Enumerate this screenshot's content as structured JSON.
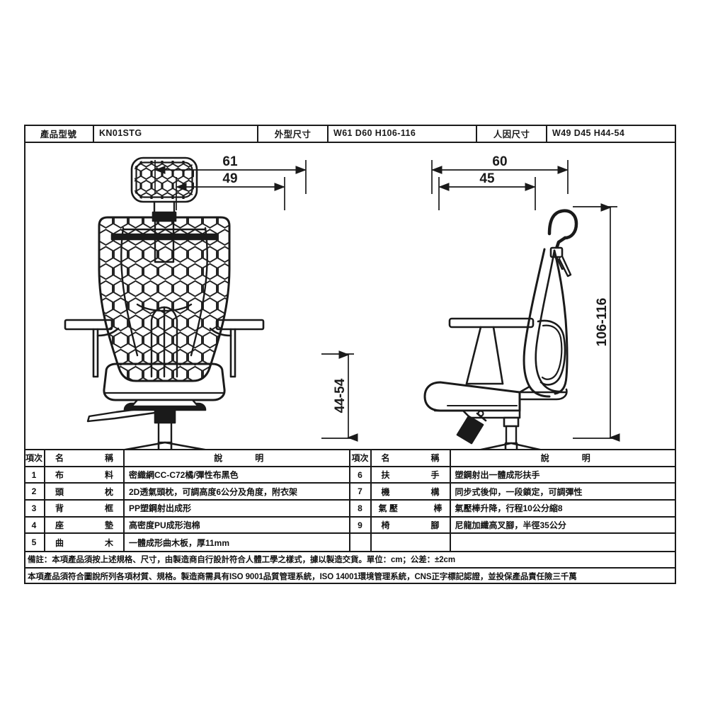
{
  "header": {
    "model_label": "產品型號",
    "model_value": "KN01STG",
    "outer_label": "外型尺寸",
    "outer_value": "W61 D60 H106-116",
    "ergo_label": "人因尺寸",
    "ergo_value": "W49 D45 H44-54"
  },
  "dimensions": {
    "front_outer_width": "61",
    "front_inner_width": "49",
    "side_outer_depth": "60",
    "side_inner_depth": "45",
    "seat_height": "44-54",
    "total_height": "106-116"
  },
  "spec_table": {
    "headers": {
      "no": "項次",
      "name_1": "名",
      "name_2": "稱",
      "desc_1": "說",
      "desc_2": "明"
    },
    "left_rows": [
      {
        "no": "1",
        "name_a": "布",
        "name_b": "料",
        "desc": "密織網CC-C72橘/彈性布黑色"
      },
      {
        "no": "2",
        "name_a": "頭",
        "name_b": "枕",
        "desc": "2D透氣頭枕，可調高度6公分及角度，附衣架"
      },
      {
        "no": "3",
        "name_a": "背",
        "name_b": "框",
        "desc": "PP塑鋼射出成形"
      },
      {
        "no": "4",
        "name_a": "座",
        "name_b": "墊",
        "desc": "高密度PU成形泡棉"
      },
      {
        "no": "5",
        "name_a": "曲",
        "name_b": "木",
        "desc": "一體成形曲木板，厚11mm"
      }
    ],
    "right_rows": [
      {
        "no": "6",
        "name_a": "扶",
        "name_b": "手",
        "desc": "塑鋼射出一體成形扶手"
      },
      {
        "no": "7",
        "name_a": "機",
        "name_b": "構",
        "desc": "同步式後仰，一段鎖定，可調彈性"
      },
      {
        "no": "8",
        "name_a": "氣 壓",
        "name_b": "棒",
        "desc": "氣壓棒升降，行程10公分縮8"
      },
      {
        "no": "9",
        "name_a": "椅",
        "name_b": "腳",
        "desc": "尼龍加纖高叉腳，半徑35公分"
      },
      {
        "no": "",
        "name_a": "",
        "name_b": "",
        "desc": ""
      }
    ]
  },
  "notes": {
    "line1": "備註：本項產品須按上述規格、尺寸，由製造商自行設計符合人體工學之樣式，據以製造交貨。單位：cm；公差：±2cm",
    "line2": "本項產品須符合圖說所列各項材質、規格。製造商需具有ISO 9001品質管理系統，ISO 14001環境管理系統，CNS正字標記認證，並投保產品責任險三千萬"
  },
  "colors": {
    "line": "#1a1a1a",
    "background": "#ffffff"
  }
}
